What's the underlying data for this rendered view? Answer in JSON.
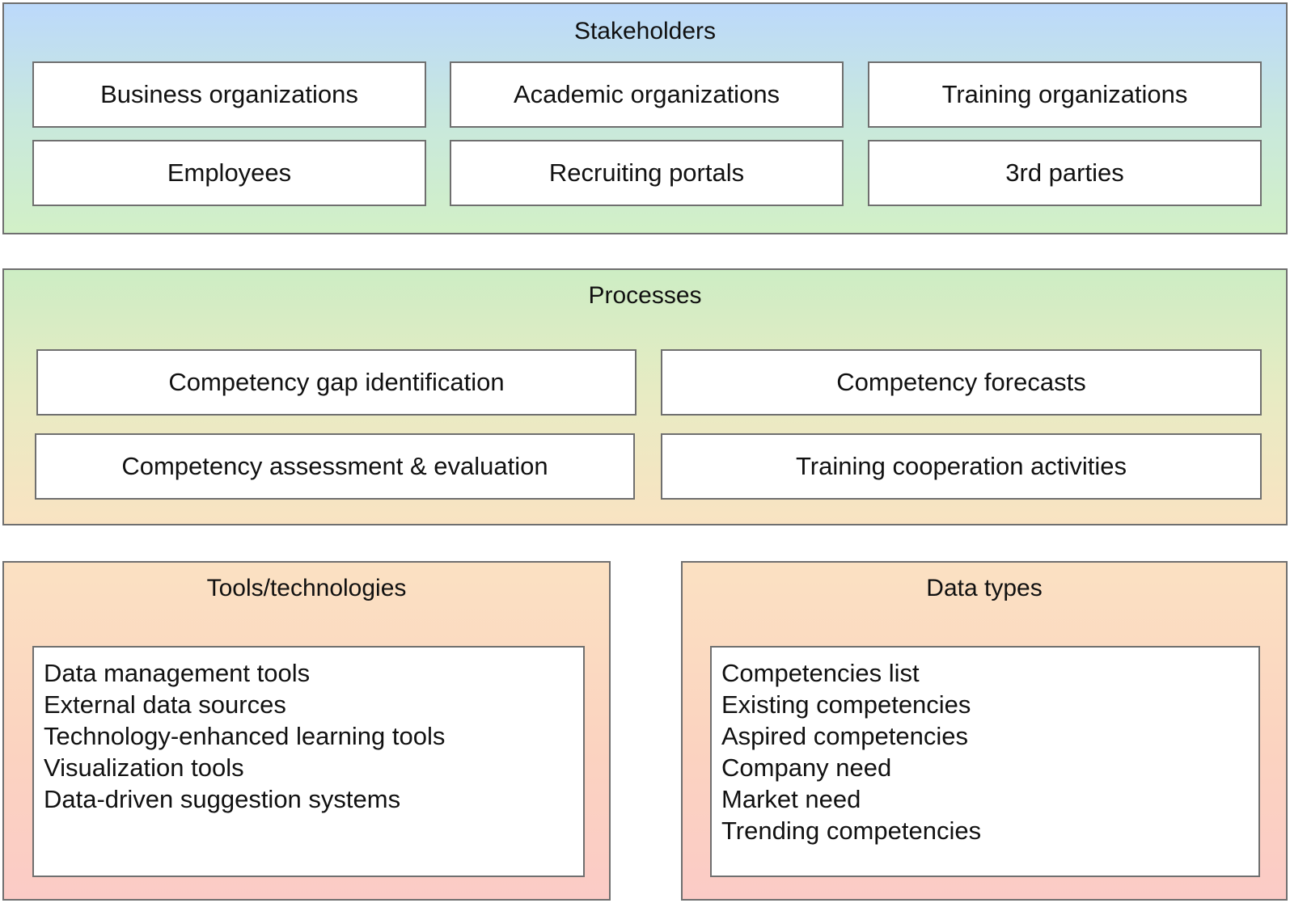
{
  "stakeholders": {
    "title": "Stakeholders",
    "items": [
      "Business organizations",
      "Academic organizations",
      "Training organizations",
      "Employees",
      "Recruiting portals",
      "3rd parties"
    ]
  },
  "processes": {
    "title": "Processes",
    "items": [
      "Competency gap identification",
      "Competency forecasts",
      "Competency assessment & evaluation",
      "Training cooperation activities"
    ]
  },
  "tools": {
    "title": "Tools/technologies",
    "items": [
      "Data management tools",
      "External data sources",
      "Technology-enhanced learning tools",
      "Visualization tools",
      "Data-driven suggestion systems"
    ]
  },
  "data_types": {
    "title": "Data types",
    "items": [
      "Competencies list",
      "Existing competencies",
      "Aspired competencies",
      "Company need",
      "Market need",
      "Trending competencies"
    ]
  }
}
